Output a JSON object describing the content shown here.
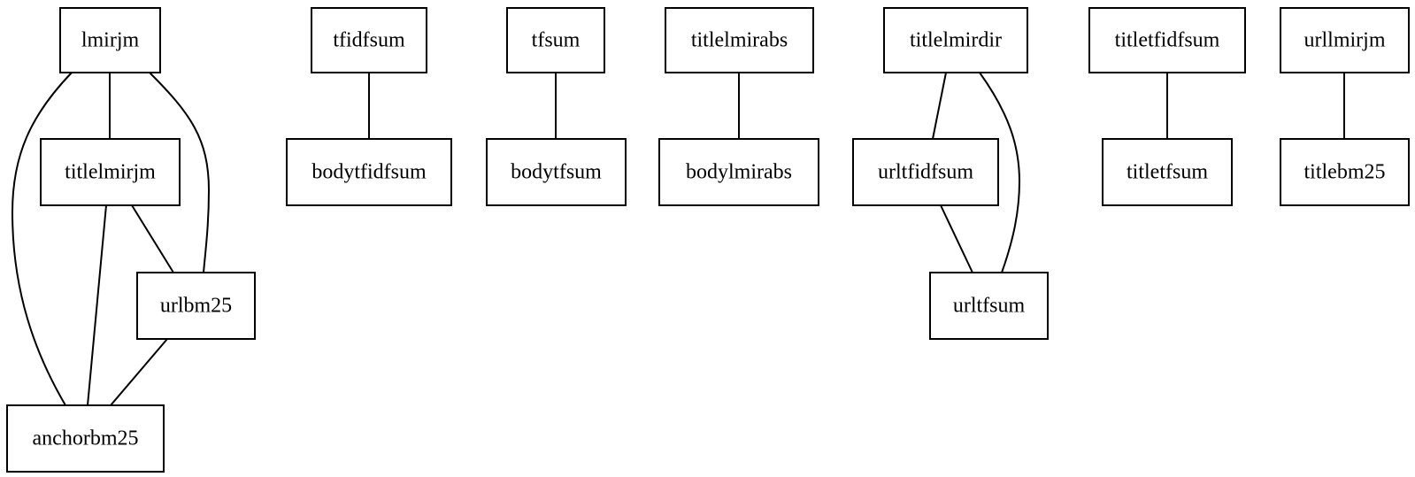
{
  "diagram": {
    "nodes": {
      "lmirjm": "lmirjm",
      "titlelmirjm": "titlelmirjm",
      "urlbm25": "urlbm25",
      "anchorbm25": "anchorbm25",
      "tfidfsum": "tfidfsum",
      "bodytfidfsum": "bodytfidfsum",
      "tfsum": "tfsum",
      "bodytfsum": "bodytfsum",
      "titlelmirabs": "titlelmirabs",
      "bodylmirabs": "bodylmirabs",
      "titlelmirdir": "titlelmirdir",
      "urltfidfsum": "urltfidfsum",
      "urltfsum": "urltfsum",
      "titletfidfsum": "titletfidfsum",
      "titletfsum": "titletfsum",
      "urllmirjm": "urllmirjm",
      "titlebm25": "titlebm25"
    },
    "edges": [
      [
        "lmirjm",
        "titlelmirjm"
      ],
      [
        "lmirjm",
        "urlbm25"
      ],
      [
        "lmirjm",
        "anchorbm25"
      ],
      [
        "titlelmirjm",
        "urlbm25"
      ],
      [
        "titlelmirjm",
        "anchorbm25"
      ],
      [
        "urlbm25",
        "anchorbm25"
      ],
      [
        "tfidfsum",
        "bodytfidfsum"
      ],
      [
        "tfsum",
        "bodytfsum"
      ],
      [
        "titlelmirabs",
        "bodylmirabs"
      ],
      [
        "titlelmirdir",
        "urltfidfsum"
      ],
      [
        "titlelmirdir",
        "urltfsum"
      ],
      [
        "urltfidfsum",
        "urltfsum"
      ],
      [
        "titletfidfsum",
        "titletfsum"
      ],
      [
        "urllmirjm",
        "titlebm25"
      ]
    ]
  }
}
